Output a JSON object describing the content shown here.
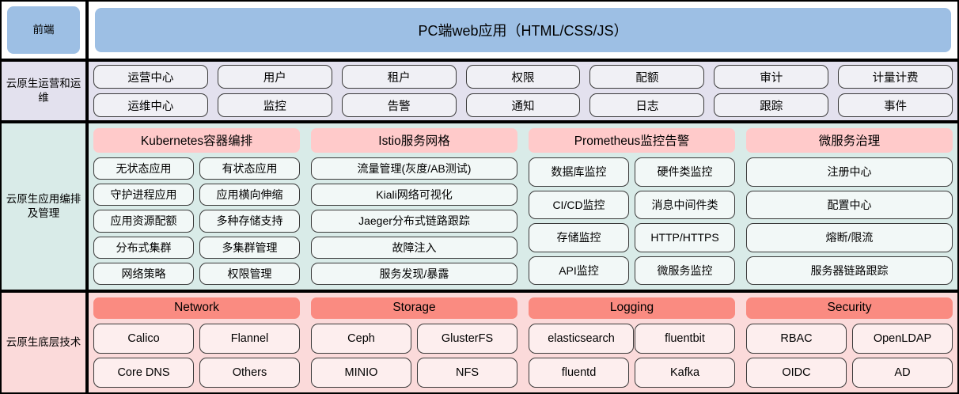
{
  "colors": {
    "frontend_accent": "#9dbfe4",
    "ops_band": "#e3e1ee",
    "orchestration_band": "#d9ebe8",
    "infra_band": "#fbdada",
    "orchestration_header": "#ffcaca",
    "infra_header": "#fa8b81",
    "chip_border": "#3a3a3a"
  },
  "rows": {
    "frontend": {
      "label": "前端",
      "banner": "PC端web应用（HTML/CSS/JS）"
    },
    "ops": {
      "label": "云原生运营和运维",
      "items": [
        "运营中心",
        "用户",
        "租户",
        "权限",
        "配额",
        "审计",
        "计量计费",
        "运维中心",
        "监控",
        "告警",
        "通知",
        "日志",
        "跟踪",
        "事件"
      ]
    },
    "orchestration": {
      "label": "云原生应用编排及管理",
      "columns": [
        {
          "header": "Kubernetes容器编排",
          "layout": "two",
          "items": [
            "无状态应用",
            "有状态应用",
            "守护进程应用",
            "应用横向伸缩",
            "应用资源配额",
            "多种存储支持",
            "分布式集群",
            "多集群管理",
            "网络策略",
            "权限管理"
          ]
        },
        {
          "header": "Istio服务网格",
          "layout": "one",
          "items": [
            "流量管理(灰度/AB测试)",
            "Kiali网络可视化",
            "Jaeger分布式链路跟踪",
            "故障注入",
            "服务发现/暴露"
          ]
        },
        {
          "header": "Prometheus监控告警",
          "layout": "two",
          "items": [
            "数据库监控",
            "硬件类监控",
            "CI/CD监控",
            "消息中间件类",
            "存储监控",
            "HTTP/HTTPS",
            "API监控",
            "微服务监控"
          ]
        },
        {
          "header": "微服务治理",
          "layout": "one",
          "items": [
            "注册中心",
            "配置中心",
            "熔断/限流",
            "服务器链路跟踪"
          ]
        }
      ]
    },
    "infra": {
      "label": "云原生底层技术",
      "columns": [
        {
          "header": "Network",
          "items": [
            "Calico",
            "Flannel",
            "Core DNS",
            "Others"
          ]
        },
        {
          "header": "Storage",
          "items": [
            "Ceph",
            "GlusterFS",
            "MINIO",
            "NFS"
          ]
        },
        {
          "header": "Logging",
          "items": [
            "elasticsearch",
            "fluentbit",
            "fluentd",
            "Kafka"
          ]
        },
        {
          "header": "Security",
          "items": [
            "RBAC",
            "OpenLDAP",
            "OIDC",
            "AD"
          ]
        }
      ]
    }
  }
}
